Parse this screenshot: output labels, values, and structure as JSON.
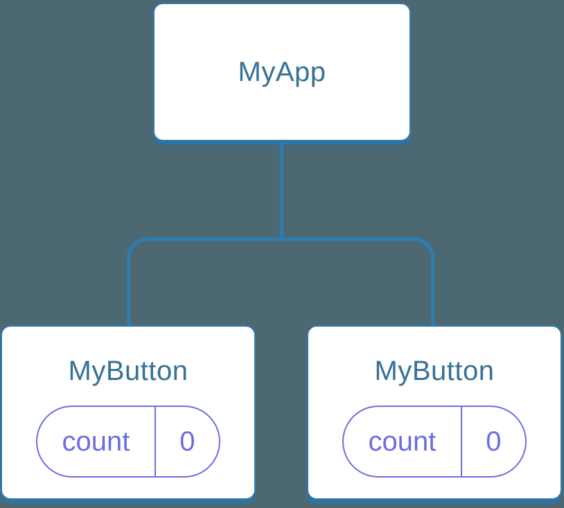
{
  "diagram": {
    "type": "component-tree",
    "colors": {
      "background": "#4C6973",
      "node_border": "#2F7CAE",
      "node_shadow": "#2C73A6",
      "node_fill": "#FFFFFF",
      "title_text": "#367196",
      "state_accent": "#6A6EE2"
    },
    "root": {
      "label": "MyApp"
    },
    "children": [
      {
        "label": "MyButton",
        "state": {
          "key": "count",
          "value": "0"
        }
      },
      {
        "label": "MyButton",
        "state": {
          "key": "count",
          "value": "0"
        }
      }
    ]
  }
}
